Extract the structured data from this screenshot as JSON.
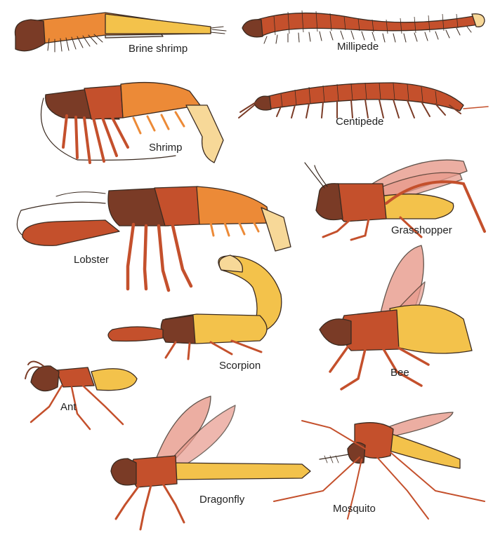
{
  "palette": {
    "head_dark": "#7a3b26",
    "body_rust": "#c4502c",
    "body_orange": "#ec8a37",
    "abdomen_yellow": "#f3c24b",
    "tail_pale": "#f7d898",
    "wing_pink": "#e89a8c",
    "outline": "#3a2a20",
    "background": "#ffffff"
  },
  "labels": {
    "brine_shrimp": "Brine shrimp",
    "millipede": "Millipede",
    "shrimp": "Shrimp",
    "centipede": "Centipede",
    "grasshopper": "Grasshopper",
    "lobster": "Lobster",
    "scorpion": "Scorpion",
    "bee": "Bee",
    "ant": "Ant",
    "dragonfly": "Dragonfly",
    "mosquito": "Mosquito"
  }
}
